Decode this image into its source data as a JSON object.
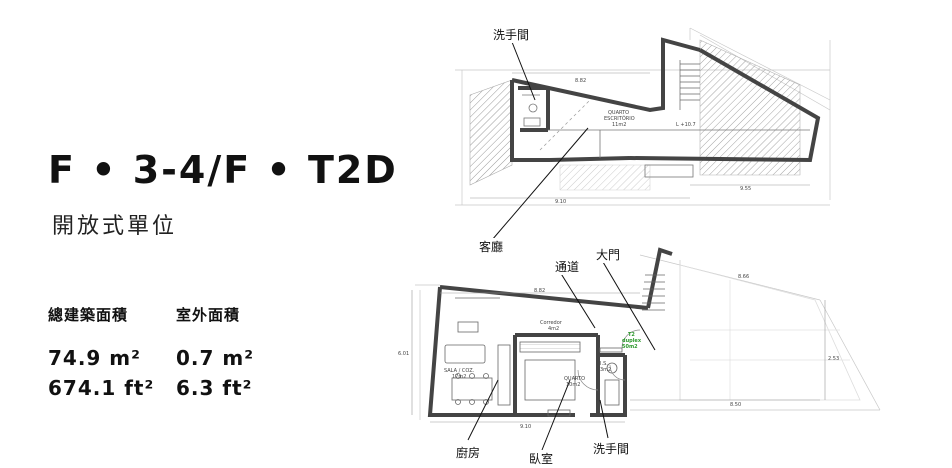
{
  "unit_title": "F • 3-4/F • T2D",
  "unit_type": "開放式單位",
  "gross_area": {
    "label": "總建築面積",
    "sqm": "74.9 m²",
    "sqft": "674.1 ft²"
  },
  "outdoor_area": {
    "label": "室外面積",
    "sqm": "0.7 m²",
    "sqft": "6.3 ft²"
  },
  "plan_labels": {
    "upper_washroom": "洗手間",
    "living": "客廳",
    "corridor": "通道",
    "entrance": "大門",
    "kitchen": "廚房",
    "bedroom": "臥室",
    "lower_washroom": "洗手間"
  },
  "plan_notes": {
    "upper_room": "QUARTO",
    "upper_room_2": "ESCRITÓRIO",
    "upper_room_area": "11m2",
    "upper_level": "L +10.7",
    "corridor_note": "Corredor",
    "corridor_area": "4m2",
    "sala": "SALA / COZ.",
    "sala_area": "17m2",
    "quarto": "QUARTO",
    "quarto_area": "10m2",
    "wc": "I.S.",
    "wc_area": "3m2",
    "duplex_1": "T2",
    "duplex_2": "duplex",
    "duplex_3": "50m2",
    "dim_882": "8.82",
    "dim_910": "9.10",
    "dim_601": "6.01",
    "dim_850": "8.50",
    "dim_253": "2.53",
    "dim_866": "8.66",
    "dim_882_top": "8.82",
    "dim_910_top": "9.10",
    "dim_955": "9.55"
  },
  "colors": {
    "wall": "#555555",
    "line": "#999999",
    "green_note": "#2e9a2e"
  }
}
